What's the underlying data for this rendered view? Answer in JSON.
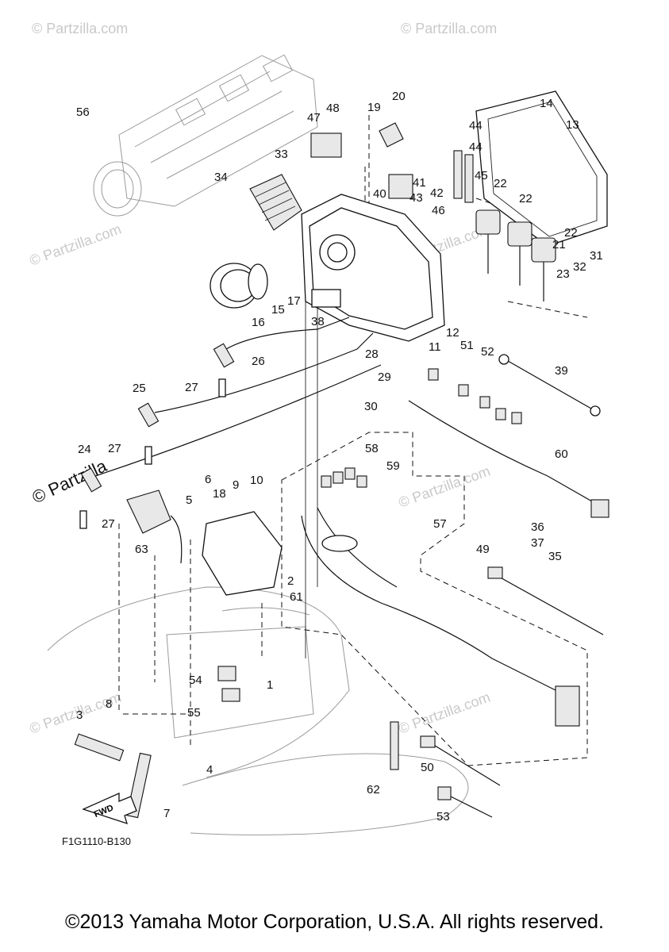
{
  "diagram": {
    "code": "F1G1110-B130",
    "fwd_label": "FWD",
    "watermark": "© Partzilla.com",
    "watermark_short": "© Partzilla",
    "callouts": [
      "1",
      "2",
      "3",
      "4",
      "5",
      "6",
      "7",
      "8",
      "9",
      "10",
      "11",
      "12",
      "13",
      "14",
      "15",
      "16",
      "17",
      "18",
      "19",
      "20",
      "21",
      "22",
      "23",
      "24",
      "25",
      "26",
      "27",
      "28",
      "29",
      "30",
      "31",
      "32",
      "33",
      "34",
      "35",
      "36",
      "37",
      "38",
      "39",
      "40",
      "41",
      "42",
      "43",
      "44",
      "45",
      "46",
      "47",
      "48",
      "49",
      "50",
      "51",
      "52",
      "53",
      "54",
      "55",
      "56",
      "57",
      "58",
      "59",
      "60",
      "61",
      "62",
      "63"
    ]
  },
  "footer": {
    "copyright": "©2013 Yamaha Motor Corporation, U.S.A. All rights reserved."
  }
}
